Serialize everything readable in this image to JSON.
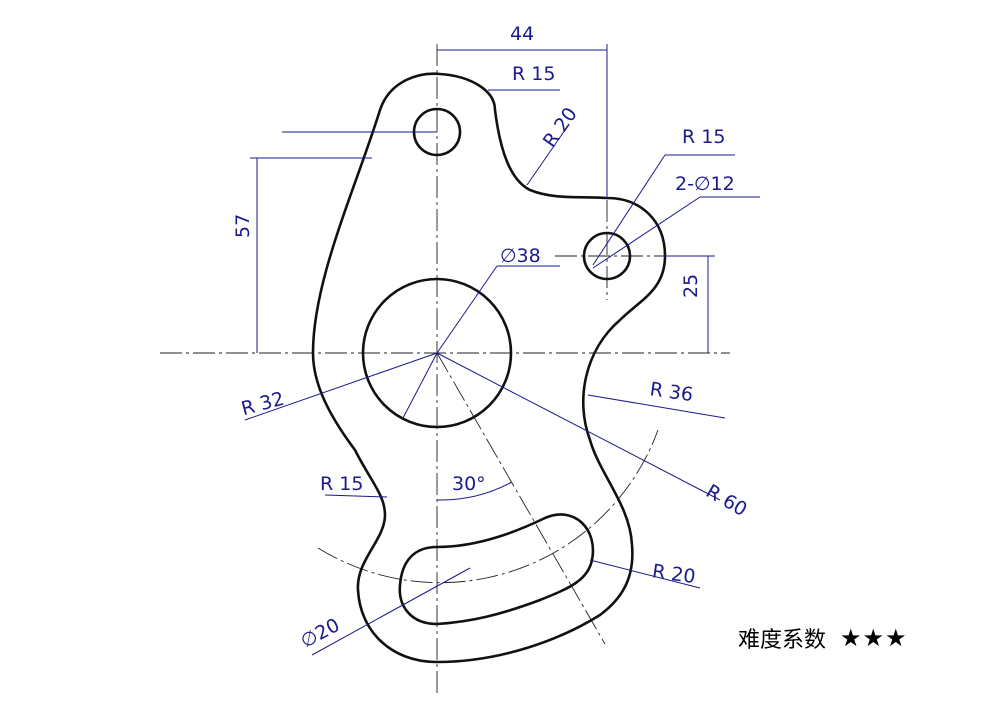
{
  "dimensions": {
    "width_44": "44",
    "top_boss_radius": "R 15",
    "fillet_top": "R 20",
    "right_boss_radius": "R 15",
    "holes": "2-∅12",
    "main_hole": "∅38",
    "height_57": "57",
    "height_25": "25",
    "left_arc": "R 32",
    "right_arc": "R 36",
    "left_fillet": "R 15",
    "angle": "30°",
    "slot_path_radius": "R 60",
    "slot_end_radius": "R 20",
    "slot_width": "∅20"
  },
  "rating": {
    "label": "难度系数",
    "stars_text": "★★★",
    "stars": 3
  },
  "colors": {
    "dimension": "#1a1a8c",
    "outline": "#111111"
  }
}
